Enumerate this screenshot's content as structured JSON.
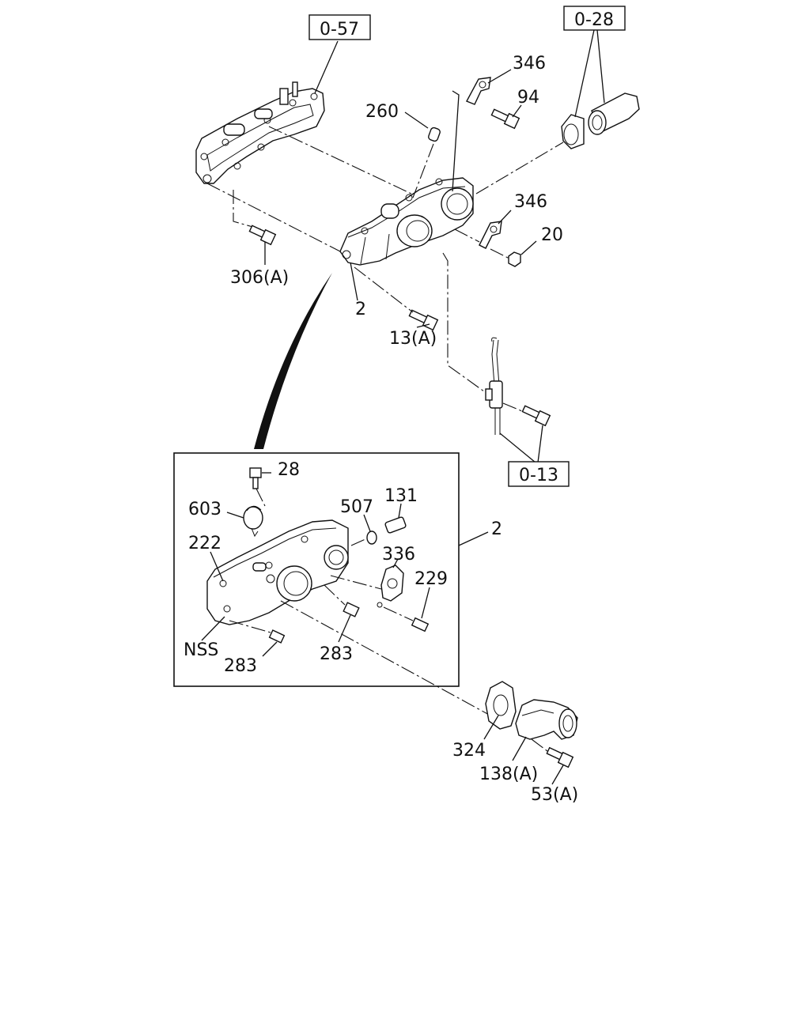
{
  "references": {
    "ref_0_57": "0-57",
    "ref_0_28": "0-28",
    "ref_0_13": "0-13"
  },
  "labels": {
    "p346_top": "346",
    "p94": "94",
    "p260": "260",
    "p346_mid": "346",
    "p20": "20",
    "p306a": "306(A)",
    "p2_main": "2",
    "p13a": "13(A)",
    "p28": "28",
    "p603": "603",
    "p507": "507",
    "p131": "131",
    "p222": "222",
    "p336": "336",
    "p229": "229",
    "p2_detail": "2",
    "pnss": "NSS",
    "p283_left": "283",
    "p283_right": "283",
    "p324": "324",
    "p138a": "138(A)",
    "p53a": "53(A)"
  }
}
